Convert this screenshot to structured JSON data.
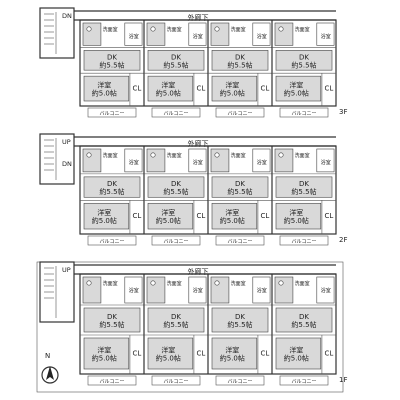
{
  "floors": [
    {
      "floor": "3F",
      "corridor": "外廊下",
      "stairs": [
        "DN"
      ]
    },
    {
      "floor": "2F",
      "corridor": "外廊下",
      "stairs": [
        "UP",
        "DN"
      ]
    },
    {
      "floor": "1F",
      "corridor": "外廊下",
      "stairs": [
        "UP"
      ]
    }
  ],
  "unit": {
    "washroom": "洗面室",
    "bath": "浴室",
    "dk": "DK",
    "dk_size": "約5.5帖",
    "room": "洋室",
    "room_size": "約5.0帖",
    "closet": "CL",
    "balcony": "バルコニー"
  },
  "units_per_floor": 4,
  "compass": {
    "label": "N"
  }
}
